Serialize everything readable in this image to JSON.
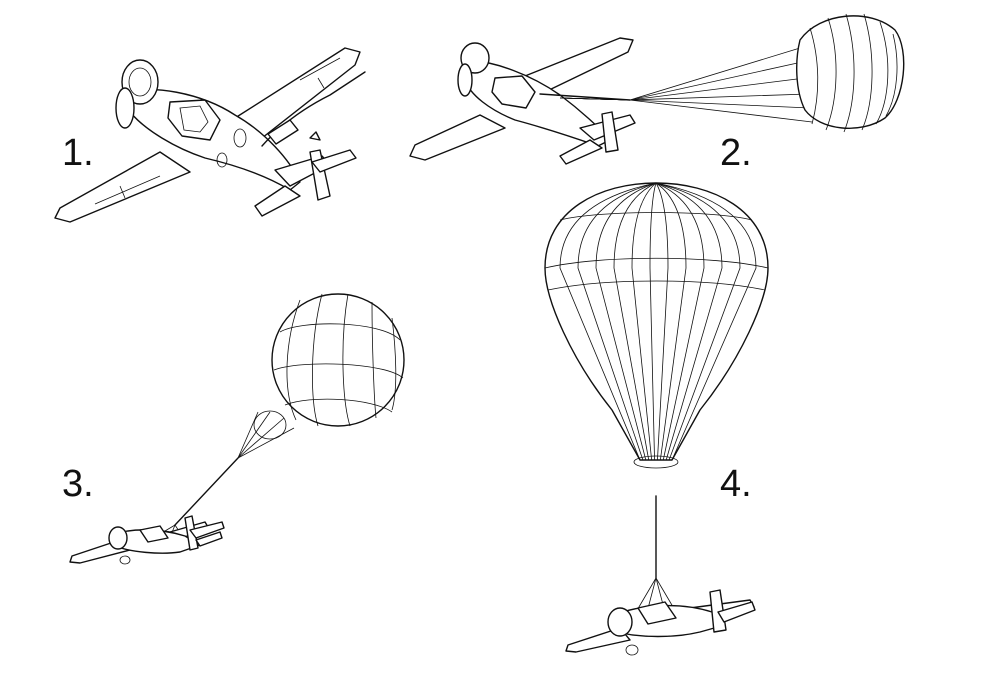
{
  "steps": [
    {
      "label": "1."
    },
    {
      "label": "2."
    },
    {
      "label": "3."
    },
    {
      "label": "4."
    }
  ],
  "colors": {
    "ink": "#111111",
    "background": "#ffffff"
  }
}
